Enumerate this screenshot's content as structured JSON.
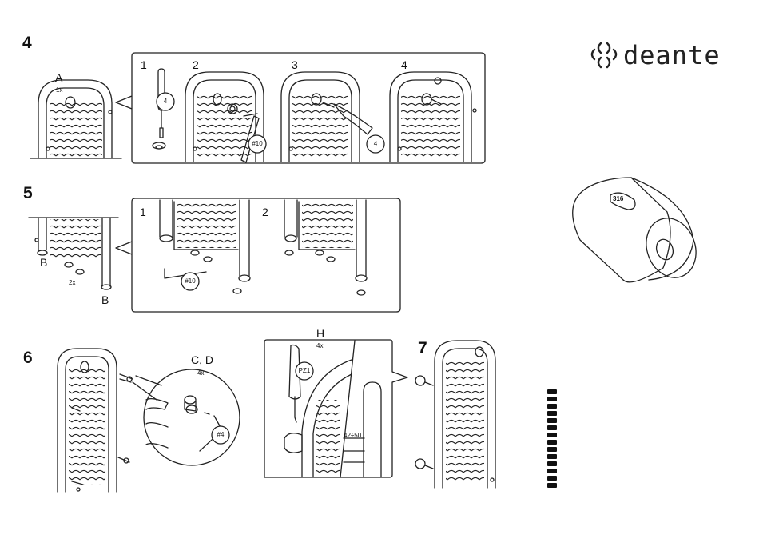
{
  "brand": {
    "name": "deante"
  },
  "steps": [
    {
      "number": "4",
      "substeps": [
        "1",
        "2",
        "3",
        "4"
      ]
    },
    {
      "number": "5",
      "substeps": [
        "1",
        "2"
      ]
    },
    {
      "number": "6"
    },
    {
      "number": "7"
    }
  ],
  "labels": {
    "part_a": "A",
    "part_a_qty": "1x",
    "part_b_left": "B",
    "part_b_right": "B",
    "part_b_qty": "2x",
    "part_cd": "C, D",
    "part_cd_qty": "4x",
    "part_h": "H",
    "part_h_qty": "4x",
    "tool_4_a": "4",
    "tool_4_b": "4",
    "tool_4_c": "#4",
    "tool_10_a": "#10",
    "tool_10_b": "#10",
    "tool_pz": "PZ1",
    "distance": "42÷50",
    "cap_marking": "316"
  }
}
